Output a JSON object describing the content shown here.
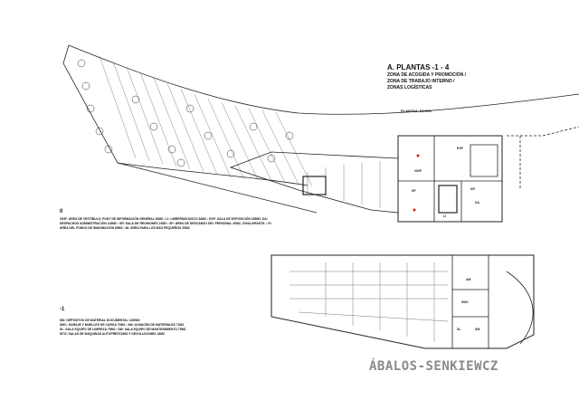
{
  "title_block": {
    "heading": "A. PLANTAS -1 - 4",
    "lines": [
      "ZONA DE ACOGIDA Y PROMOCIÓN /",
      "ZONA DE TRABAJO INTERNO /",
      "ZONAS LOGÍSTICAS"
    ],
    "scale": "PLANTAS. E1:600"
  },
  "level_0": {
    "label": "0",
    "legend": "VINF: ÁREA DE VESTÍBULO, PUNT DE INFORMACIÓN GENERAL 80M2 • LI: LIBRERÍA/KIOSCO 84M2 • EXP: SALA DE EXPOSICIÓN 185M2, DA: DESPACHOS ADMINISTRACIÓN 118M2 • SR: SALA DE REUNIONES 22M2 • SP: ÁREA DE DESCANSO DEL PERSONAL 40M2, ZONA INFANTIL • FI: ÁREA DEL FONDO DE IMAGINACIÓN 89M2 • NI: ÁREA PARA LOS MÁS PEQUEÑOS 20M2",
    "room_labels": [
      "EXP",
      "SR",
      "DA",
      "SP",
      "VINF",
      "LI"
    ]
  },
  "level_minus1": {
    "label": "-1",
    "legend": [
      "MD: DEPÓSITOS DE MATERIAL DOCUMENTAL 1160M2",
      "SMC: GARAJE Y MUELLES DE CARGA 70M2 • AM: ALMACÉN DE MATERIALES 71M2",
      "SL: SALA EQUIPO DE LIMPIEZA 75M2 • SM: SALA EQUIPO DE MANTENIMIENTO 75M2",
      "MTO: SALAS DE MÁQUINAS AUTOPRÉSTAMO Y DEVOLUCIONES 18M2"
    ],
    "room_labels": [
      "SMC",
      "AM",
      "SL",
      "SM"
    ]
  },
  "brand": "ÁBALOS-SENKIEWCZ",
  "colors": {
    "line": "#222222",
    "brand": "#8a8a8a",
    "accent": "#cc2222"
  }
}
